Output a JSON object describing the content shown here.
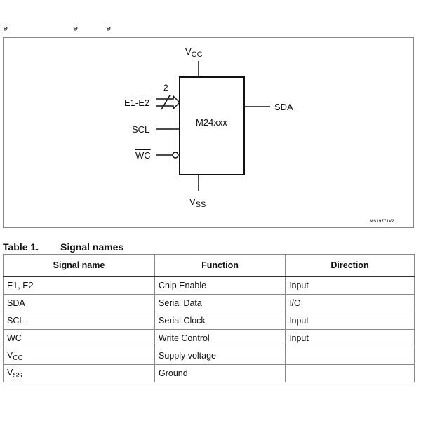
{
  "figure": {
    "chip_label": "M24xxx",
    "pins": {
      "vcc": {
        "base": "V",
        "sub": "CC"
      },
      "vss": {
        "base": "V",
        "sub": "SS"
      },
      "e1e2": "E1-E2",
      "bus_width": "2",
      "scl": "SCL",
      "wc": "WC",
      "sda": "SDA"
    },
    "reference": "MS19771V2"
  },
  "table": {
    "caption_number": "Table 1.",
    "caption_title": "Signal names",
    "headers": [
      "Signal name",
      "Function",
      "Direction"
    ],
    "rows": [
      {
        "signal": "E1, E2",
        "signal_sub": "",
        "overline": false,
        "function": "Chip Enable",
        "direction": "Input"
      },
      {
        "signal": "SDA",
        "signal_sub": "",
        "overline": false,
        "function": "Serial Data",
        "direction": "I/O"
      },
      {
        "signal": "SCL",
        "signal_sub": "",
        "overline": false,
        "function": "Serial Clock",
        "direction": "Input"
      },
      {
        "signal": "WC",
        "signal_sub": "",
        "overline": true,
        "function": "Write Control",
        "direction": "Input"
      },
      {
        "signal": "V",
        "signal_sub": "CC",
        "overline": false,
        "function": "Supply voltage",
        "direction": ""
      },
      {
        "signal": "V",
        "signal_sub": "SS",
        "overline": false,
        "function": "Ground",
        "direction": ""
      }
    ]
  }
}
